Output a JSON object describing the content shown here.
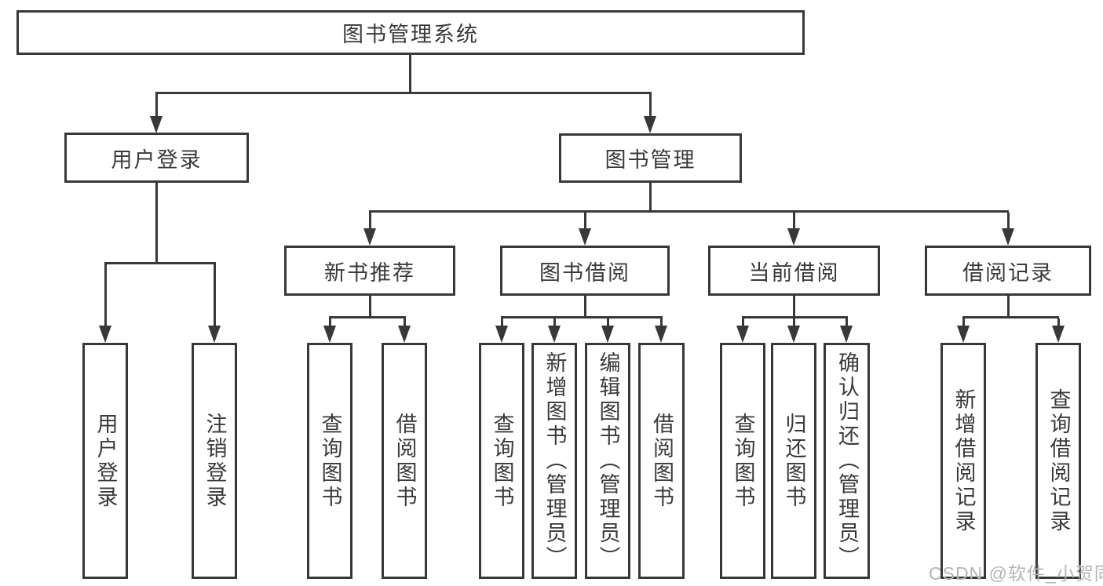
{
  "diagram": {
    "type": "hierarchy-chart",
    "tree": {
      "label": "图书管理系统",
      "children": [
        {
          "label": "用户登录",
          "children": [
            {
              "label": "用户登录"
            },
            {
              "label": "注销登录"
            }
          ]
        },
        {
          "label": "图书管理",
          "children": [
            {
              "label": "新书推荐",
              "children": [
                {
                  "label": "查询图书"
                },
                {
                  "label": "借阅图书"
                }
              ]
            },
            {
              "label": "图书借阅",
              "children": [
                {
                  "label": "查询图书"
                },
                {
                  "label": "新增图书（管理员）"
                },
                {
                  "label": "编辑图书（管理员）"
                },
                {
                  "label": "借阅图书"
                }
              ]
            },
            {
              "label": "当前借阅",
              "children": [
                {
                  "label": "查询图书"
                },
                {
                  "label": "归还图书"
                },
                {
                  "label": "确认归还（管理员）"
                }
              ]
            },
            {
              "label": "借阅记录",
              "children": [
                {
                  "label": "新增借阅记录"
                },
                {
                  "label": "查询借阅记录"
                }
              ]
            }
          ]
        }
      ]
    },
    "colors": {
      "line": "#383838",
      "text": "#3a3a3a",
      "watermark": "#b5b5b5",
      "background": "#ffffff"
    }
  },
  "watermark": {
    "text": "CSDN @软件_小贺同学"
  }
}
